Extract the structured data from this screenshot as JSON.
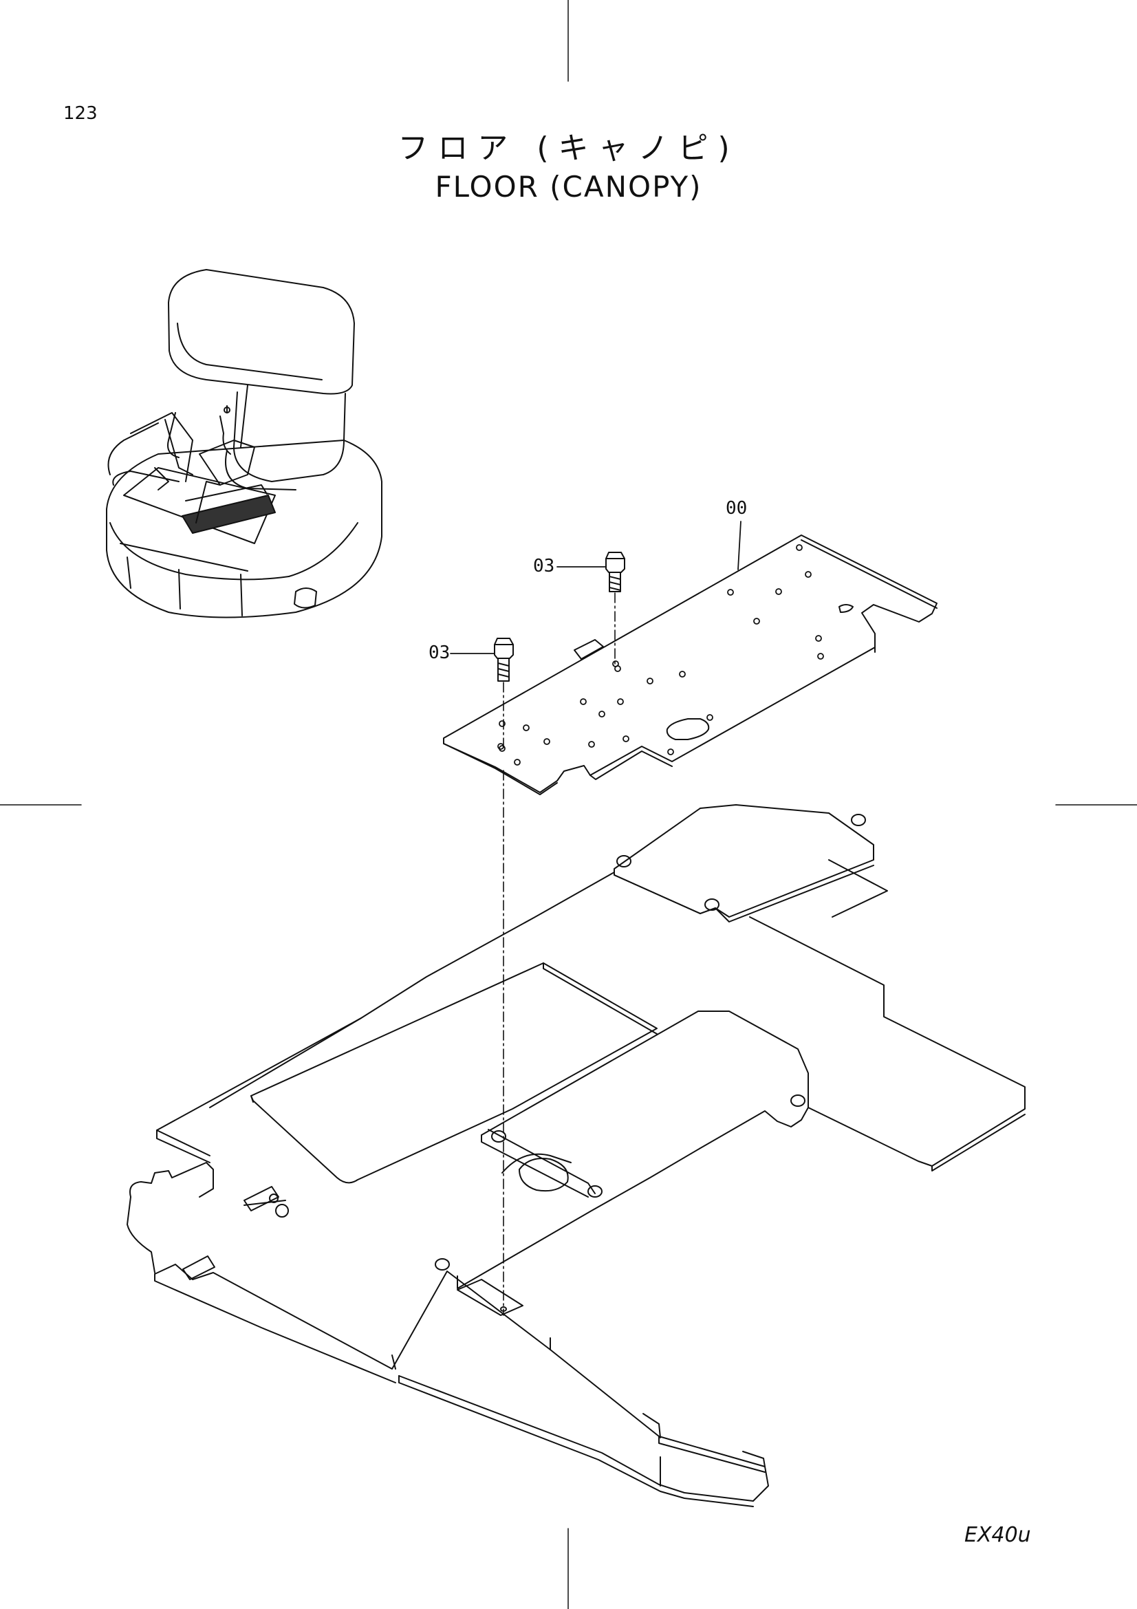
{
  "page": {
    "page_number": "123",
    "title_jp": "フロア (キャノピ)",
    "title_en": "FLOOR (CANOPY)",
    "model_code": "EX40u"
  },
  "callouts": {
    "floor_plate": "00",
    "bolt_upper": "03",
    "bolt_lower": "03"
  },
  "colors": {
    "line": "#111111",
    "background": "#ffffff",
    "hatch": "#333333"
  }
}
